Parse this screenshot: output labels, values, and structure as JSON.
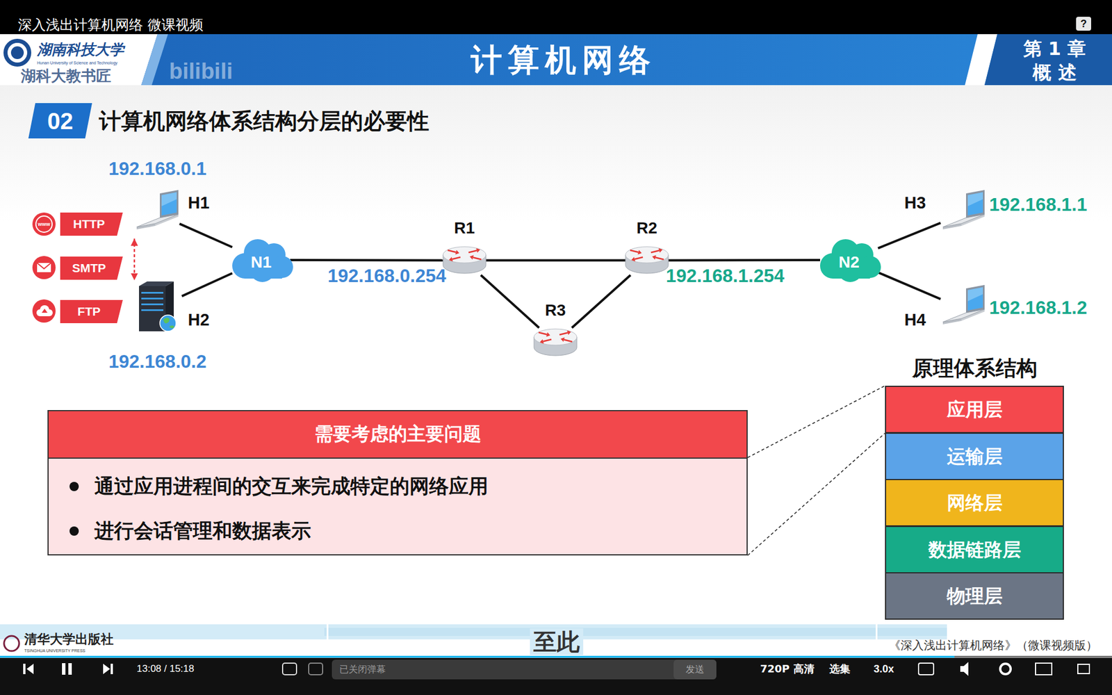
{
  "diagram": {
    "title": "计算机网络",
    "nodes": [
      {
        "text": [
          "第 1 章",
          "概 述"
        ]
      },
      {
        "text": [
          "02"
        ]
      },
      {
        "text": [
          "HTTP"
        ]
      },
      {
        "text": [
          "SMTP"
        ]
      },
      {
        "text": [
          "FTP"
        ]
      },
      {
        "text": [
          "192.168.0.1",
          "H1"
        ]
      },
      {
        "text": [
          "H2",
          "192.168.0.2"
        ]
      },
      {
        "text": [
          "N1"
        ]
      },
      {
        "text": [
          "R1"
        ]
      },
      {
        "text": [
          "R2"
        ]
      },
      {
        "text": [
          "R3"
        ]
      },
      {
        "text": [
          "N2"
        ]
      },
      {
        "text": [
          "H3",
          "192.168.1.1"
        ]
      },
      {
        "text": [
          "H4",
          "192.168.1.2"
        ]
      },
      {
        "text": [
          "需要考虑的主要问题",
          "通过应用进程间的交互来完成特定的网络应用",
          "进行会话管理和数据表示"
        ]
      },
      {
        "text": [
          "原理体系结构"
        ]
      },
      {
        "text": [
          "应用层"
        ],
        "in": 15
      },
      {
        "text": [
          "运输层"
        ],
        "in": 15
      },
      {
        "text": [
          "网络层"
        ],
        "in": 15
      },
      {
        "text": [
          "数据链路层"
        ],
        "in": 15
      },
      {
        "text": [
          "物理层"
        ],
        "in": 15
      }
    ],
    "edges": [
      {
        "from": 5,
        "to": 6,
        "arrow": "both"
      },
      {
        "from": 5,
        "to": 7,
        "arrow": "none"
      },
      {
        "from": 6,
        "to": 7,
        "arrow": "none"
      },
      {
        "from": 7,
        "to": 8,
        "arrow": "none"
      },
      {
        "from": 8,
        "to": 9,
        "arrow": "none"
      },
      {
        "from": 8,
        "to": 10,
        "arrow": "none"
      },
      {
        "from": 10,
        "to": 9,
        "arrow": "none"
      },
      {
        "from": 9,
        "to": 11,
        "arrow": "none"
      },
      {
        "from": 11,
        "to": 12,
        "arrow": "none"
      },
      {
        "from": 11,
        "to": 13,
        "arrow": "none"
      },
      {
        "from": 14,
        "to": 16,
        "arrow": "none"
      },
      {
        "from": 14,
        "to": 16,
        "arrow": "none"
      }
    ],
    "labels": [
      "深入浅出计算机网络 微课视频",
      "?",
      "湖南科技大学",
      "Hunan University of Science and Technology",
      "湖科大教书匠",
      "bilibili",
      "计算机网络体系结构分层的必要性",
      "www",
      "192.168.0.254",
      "192.168.1.254",
      "清华大学出版社",
      "TSINGHUA UNIVERSITY PRESS",
      "至此",
      "《深入浅出计算机网络》（微课视频版）",
      "13:08 / 15:18",
      "已关闭弹幕",
      "发送",
      "720P 高清",
      "选集",
      "3.0x"
    ]
  }
}
